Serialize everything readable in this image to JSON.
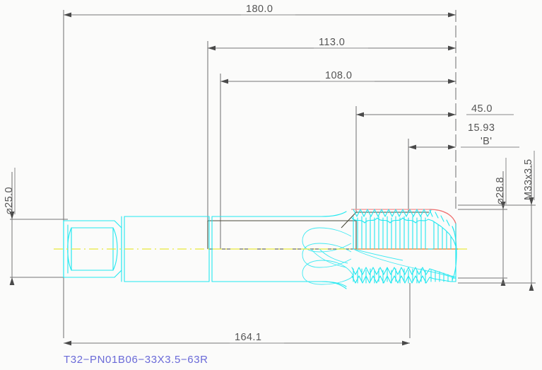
{
  "drawing": {
    "title_block": {
      "part_number": "T32−PN01B06−33X3.5−63R"
    },
    "background_color": "#fbfbfa",
    "geometry_color": "#22e8f0",
    "dimension_color": "#555555",
    "part_number_color": "#6a6ad8",
    "crest_color": "#f08080",
    "centerline_color": "#e8e83a",
    "view_label": "side-elevation-section",
    "description": "Machine tap side view with square drive shank, plain shank, neck, relief and threaded lead section"
  },
  "dimensions": {
    "overall_length": {
      "label": "180.0",
      "value": 180.0,
      "units": "mm",
      "orientation": "horizontal",
      "position": "top-1"
    },
    "to_flute_start": {
      "label": "113.0",
      "value": 113.0,
      "units": "mm",
      "orientation": "horizontal",
      "position": "top-2"
    },
    "shank_length": {
      "label": "108.0",
      "value": 108.0,
      "units": "mm",
      "orientation": "horizontal",
      "position": "top-3"
    },
    "thread_zone": {
      "label": "45.0",
      "value": 45.0,
      "units": "mm",
      "orientation": "horizontal",
      "position": "top-4"
    },
    "chamfer_b": {
      "label": "15.93",
      "value": 15.93,
      "units": "mm",
      "note": "'B'",
      "orientation": "horizontal",
      "position": "top-5"
    },
    "usable_length": {
      "label": "164.1",
      "value": 164.1,
      "units": "mm",
      "orientation": "horizontal",
      "position": "bottom"
    },
    "shank_diameter": {
      "label": "⌀25.0",
      "value": 25.0,
      "units": "mm",
      "orientation": "vertical",
      "position": "left"
    },
    "minor_diameter": {
      "label": "⌀28.8",
      "value": 28.8,
      "units": "mm",
      "orientation": "vertical",
      "position": "right-inner"
    },
    "thread_spec": {
      "label": "M33x3.5",
      "value": "M33x3.5",
      "pitch": 3.5,
      "nominal": 33,
      "orientation": "vertical",
      "position": "right-outer"
    }
  },
  "chart_data": {
    "type": "table",
    "title": "Tap dimensional callouts",
    "categories": [
      "180.0",
      "113.0",
      "108.0",
      "45.0",
      "15.93",
      "164.1",
      "⌀25.0",
      "⌀28.8",
      "M33x3.5"
    ],
    "values": [
      180.0,
      113.0,
      108.0,
      45.0,
      15.93,
      164.1,
      25.0,
      28.8,
      33.0
    ]
  }
}
